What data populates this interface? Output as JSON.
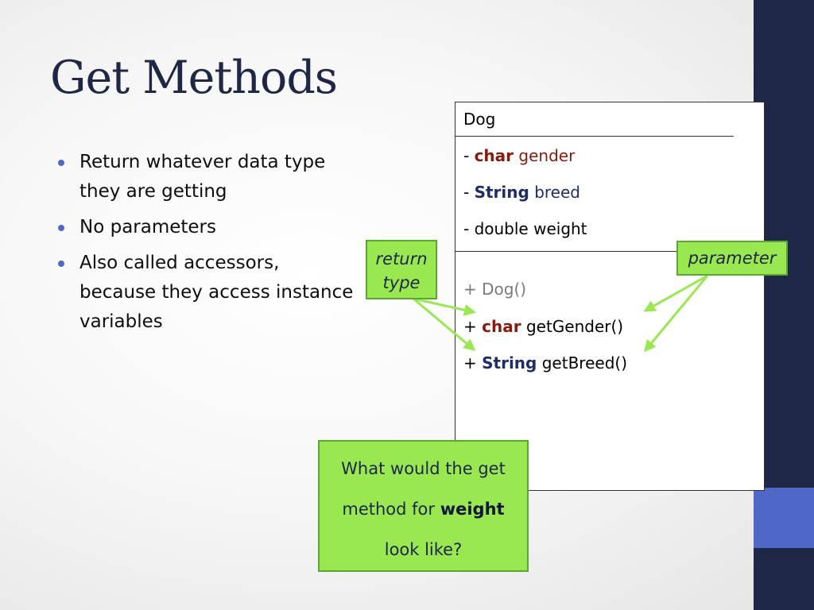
{
  "slide": {
    "title": "Get Methods",
    "bullets": [
      "Return whatever data type they are getting",
      "No parameters",
      "Also called accessors, because they access instance variables"
    ]
  },
  "uml": {
    "class_name": "Dog",
    "attributes": [
      {
        "prefix": "- ",
        "type": "char",
        "name": "gender"
      },
      {
        "prefix": "- ",
        "type": "String",
        "name": "breed"
      },
      {
        "text": "- double weight"
      }
    ],
    "methods": [
      {
        "text": "+ Dog()"
      },
      {
        "prefix": "+ ",
        "type": "char",
        "name": "getGender()"
      },
      {
        "prefix": "+ ",
        "type": "String",
        "name": "getBreed()"
      }
    ]
  },
  "callouts": {
    "return_type_line1": "return",
    "return_type_line2": "type",
    "parameter": "parameter"
  },
  "question": {
    "line1": "What would the get",
    "line2_prefix": "method for ",
    "line2_bold": "weight",
    "line3": "look like?"
  },
  "colors": {
    "sidebar": "#1f2746",
    "sidebar_accent": "#4f68c8",
    "callout_fill": "#99e852",
    "char_type": "#8a1a0c",
    "string_type": "#1f2c6a"
  }
}
